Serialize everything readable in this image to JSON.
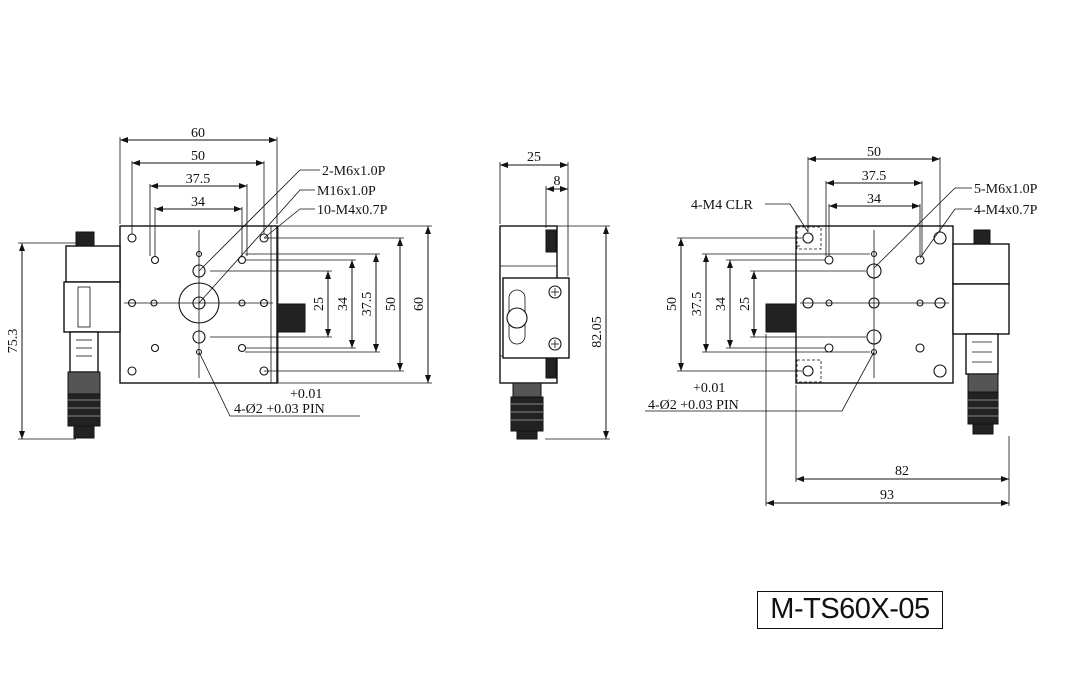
{
  "model": "M-TS60X-05",
  "front_view": {
    "dims": {
      "w60": "60",
      "w50": "50",
      "w37_5": "37.5",
      "w34": "34",
      "h25": "25",
      "h34": "34",
      "h37_5": "37.5",
      "h50": "50",
      "h60": "60",
      "h75_3": "75.3"
    },
    "notes": {
      "n1": "2-M6x1.0P",
      "n2": "M16x1.0P",
      "n3": "10-M4x0.7P",
      "pin_tol": "+0.01",
      "pin": "4-Ø2 +0.03 PIN"
    }
  },
  "side_view": {
    "dims": {
      "w25": "25",
      "w8": "8",
      "h82_05": "82.05"
    }
  },
  "rear_view": {
    "dims": {
      "w50": "50",
      "w37_5": "37.5",
      "w34": "34",
      "h50": "50",
      "h37_5": "37.5",
      "h34": "34",
      "h25": "25",
      "w82": "82",
      "w93": "93"
    },
    "notes": {
      "clr": "4-M4 CLR",
      "n1": "5-M6x1.0P",
      "n2": "4-M4x0.7P",
      "pin_tol": "+0.01",
      "pin": "4-Ø2 +0.03 PIN"
    }
  }
}
